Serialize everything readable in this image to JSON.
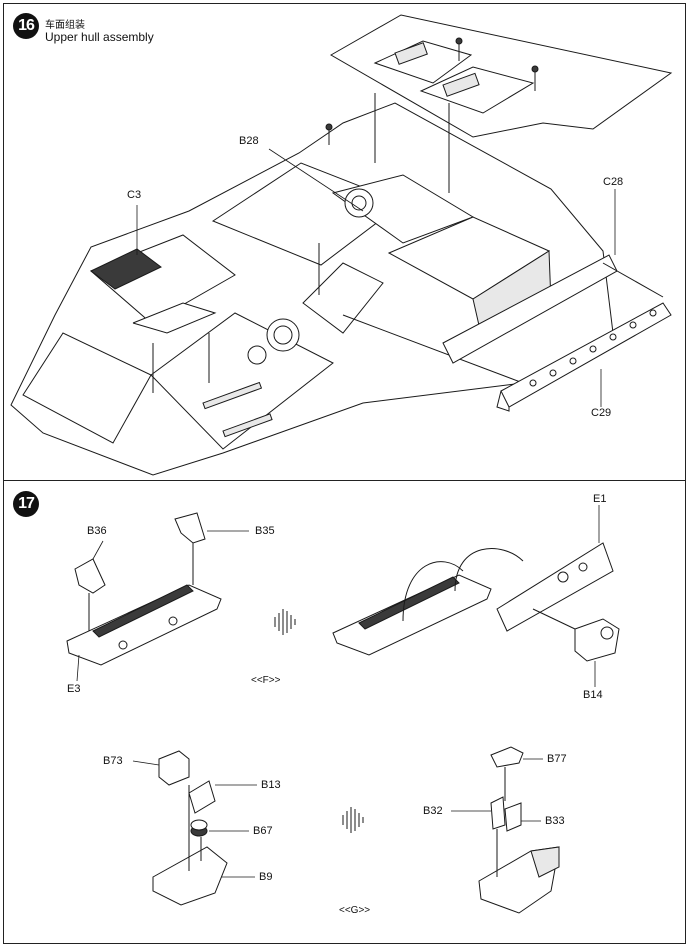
{
  "step16": {
    "number": "16",
    "title_cn": "车面组装",
    "title_en": "Upper hull assembly",
    "parts": {
      "b28": "B28",
      "c3": "C3",
      "c28": "C28",
      "c29": "C29"
    }
  },
  "step17": {
    "number": "17",
    "parts": {
      "b36": "B36",
      "b35": "B35",
      "e3": "E3",
      "e1": "E1",
      "b14": "B14",
      "b73": "B73",
      "b13": "B13",
      "b67": "B67",
      "b9": "B9",
      "b77": "B77",
      "b32": "B32",
      "b33": "B33"
    },
    "subassembly_f": "<<F>>",
    "subassembly_g": "<<G>>"
  }
}
